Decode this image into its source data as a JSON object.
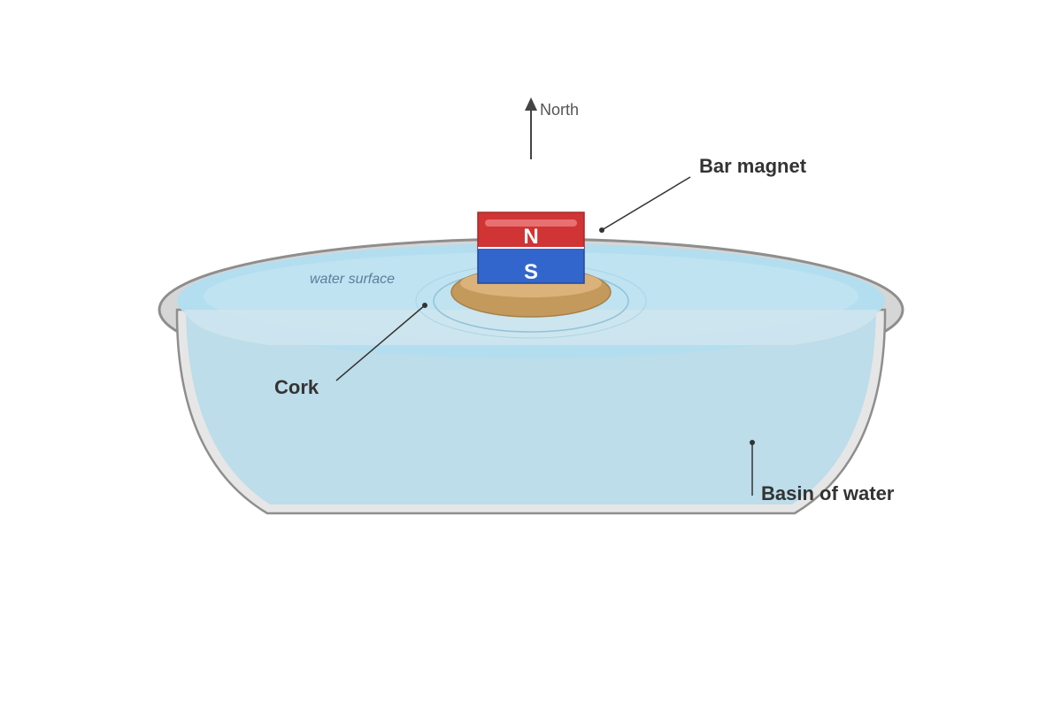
{
  "labels": {
    "north": "North",
    "bar_magnet": "Bar magnet",
    "water_surface": "water surface",
    "cork": "Cork",
    "basin": "Basin of water",
    "north_pole": "N",
    "south_pole": "S"
  },
  "colors": {
    "north_pole": "#d03434",
    "south_pole": "#3366cc",
    "cork": "#c49a5c",
    "water": "#bcdde9",
    "basin_rim": "#d9d9d9",
    "text": "#333333"
  }
}
